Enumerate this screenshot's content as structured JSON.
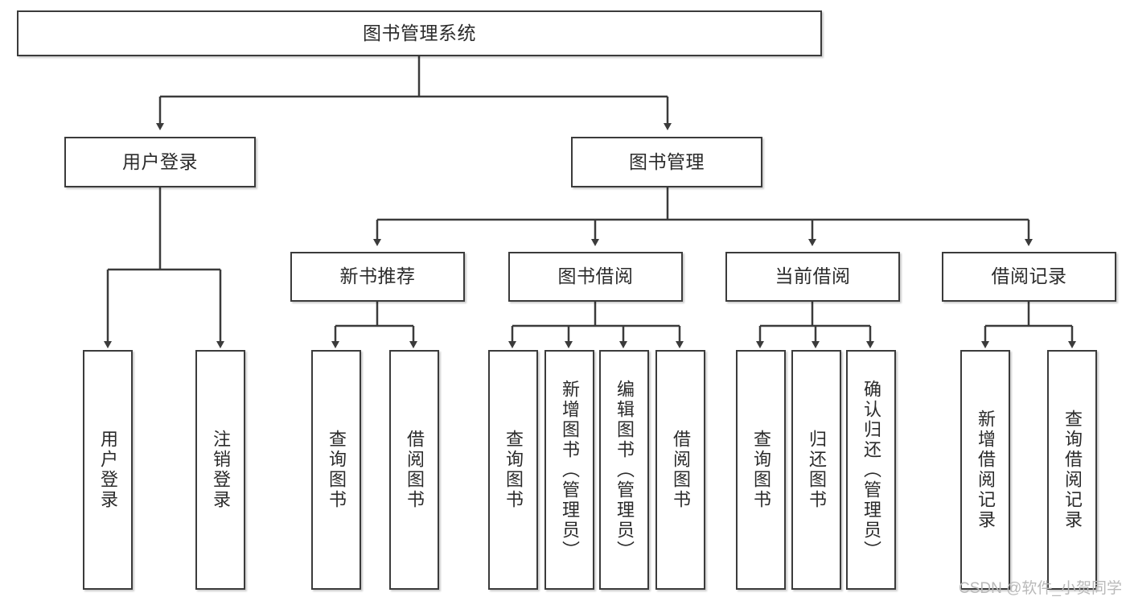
{
  "diagram": {
    "title_node": {
      "label": "图书管理系统"
    },
    "level2": [
      {
        "id": "user-login",
        "label": "用户登录"
      },
      {
        "id": "book-management",
        "label": "图书管理"
      }
    ],
    "level3": [
      {
        "id": "new-book-recommend",
        "label": "新书推荐"
      },
      {
        "id": "book-borrow",
        "label": "图书借阅"
      },
      {
        "id": "current-borrow",
        "label": "当前借阅"
      },
      {
        "id": "borrow-record",
        "label": "借阅记录"
      }
    ],
    "leaves": [
      {
        "id": "leaf-user-login",
        "label": "用户登录",
        "parent": "user-login"
      },
      {
        "id": "leaf-logout-login",
        "label": "注销登录",
        "parent": "user-login"
      },
      {
        "id": "leaf-query-book-1",
        "label": "查询图书",
        "parent": "new-book-recommend"
      },
      {
        "id": "leaf-borrow-book-1",
        "label": "借阅图书",
        "parent": "new-book-recommend"
      },
      {
        "id": "leaf-query-book-2",
        "label": "查询图书",
        "parent": "book-borrow"
      },
      {
        "id": "leaf-add-book",
        "label": "新增图书（管理员）",
        "parent": "book-borrow"
      },
      {
        "id": "leaf-edit-book",
        "label": "编辑图书（管理员）",
        "parent": "book-borrow"
      },
      {
        "id": "leaf-borrow-book-2",
        "label": "借阅图书",
        "parent": "book-borrow"
      },
      {
        "id": "leaf-query-book-3",
        "label": "查询图书",
        "parent": "current-borrow"
      },
      {
        "id": "leaf-return-book",
        "label": "归还图书",
        "parent": "current-borrow"
      },
      {
        "id": "leaf-confirm-return",
        "label": "确认归还（管理员）",
        "parent": "current-borrow"
      },
      {
        "id": "leaf-add-record",
        "label": "新增借阅记录",
        "parent": "borrow-record"
      },
      {
        "id": "leaf-query-record",
        "label": "查询借阅记录",
        "parent": "borrow-record"
      }
    ],
    "watermark": "CSDN @软件_小贺同学",
    "colors": {
      "stroke": "#3b3b3b",
      "background": "#ffffff",
      "text": "#2b2b2b",
      "watermark": "#b9b9b9"
    }
  }
}
